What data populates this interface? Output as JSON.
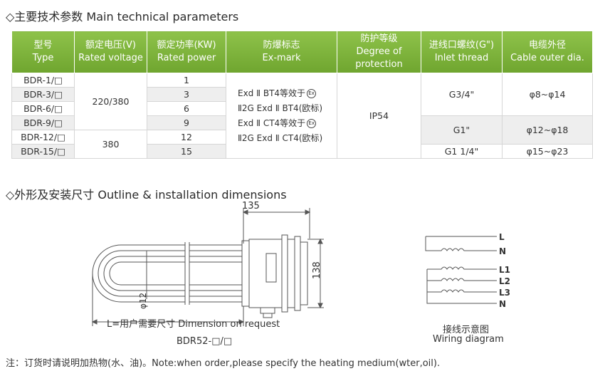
{
  "section1_title": "◇主要技术参数  Main technical parameters",
  "section2_title": "◇外形及安装尺寸 Outline & installation dimensions",
  "table": {
    "headers": [
      {
        "cn": "型号",
        "en": "Type"
      },
      {
        "cn": "额定电压(V)",
        "en": "Rated voltage"
      },
      {
        "cn": "额定功率(KW)",
        "en": "Rated power"
      },
      {
        "cn": "防爆标志",
        "en": "Ex-mark"
      },
      {
        "cn": "防护等级",
        "en": "Degree of",
        "en2": "protection"
      },
      {
        "cn": "进线口螺纹(G\")",
        "en": "Inlet thread"
      },
      {
        "cn": "电缆外径",
        "en": "Cable outer dia."
      }
    ],
    "types": [
      "BDR-1/□",
      "BDR-3/□",
      "BDR-6/□",
      "BDR-9/□",
      "BDR-12/□",
      "BDR-15/□"
    ],
    "voltage_1": "220/380",
    "voltage_2": "380",
    "powers": [
      "1",
      "3",
      "6",
      "9",
      "12",
      "15"
    ],
    "exmark_lines": [
      "Exd Ⅱ BT4等效于",
      "Ⅱ2G Exd Ⅱ BT4(欧标)",
      "Exd Ⅱ CT4等效于",
      "Ⅱ2G Exd Ⅱ CT4(欧标)"
    ],
    "exmark_symbol": "Ex",
    "protection": "IP54",
    "thread_1": "G3/4\"",
    "thread_2": "G1\"",
    "thread_3": "G1 1/4\"",
    "cable_1": "φ8~φ14",
    "cable_2": "φ12~φ18",
    "cable_3": "φ15~φ23"
  },
  "drawing": {
    "dim_135": "135",
    "dim_138": "138",
    "dim_phi12": "φ12",
    "dim_L": "L=用户需要尺寸 Dimension on request",
    "model": "BDR52-□/□"
  },
  "wiring": {
    "labels": [
      "L",
      "N",
      "L1",
      "L2",
      "L3",
      "N"
    ],
    "caption_cn": "接线示意图",
    "caption_en": "Wiring diagram"
  },
  "note": "注：订货时请说明加热物(水、油)。Note:when order,please specify the heating medium(wter,oil)."
}
